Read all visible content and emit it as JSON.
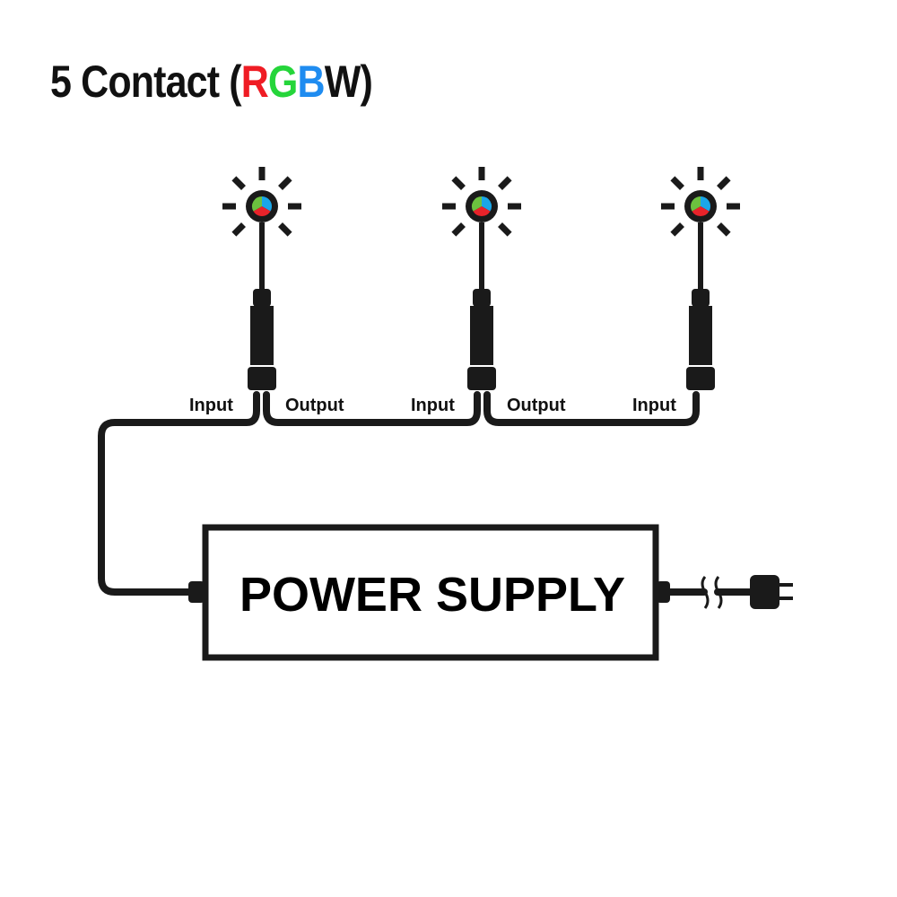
{
  "title": {
    "prefix": "5 Contact (",
    "letters": [
      {
        "char": "R",
        "color": "#ef1c24"
      },
      {
        "char": "G",
        "color": "#25d53a"
      },
      {
        "char": "B",
        "color": "#1f8cf0"
      },
      {
        "char": "W",
        "color": "#111111"
      }
    ],
    "suffix": ")"
  },
  "fixtures": [
    {
      "name": "light-fixture-1",
      "labels": {
        "input": "Input",
        "output": "Output"
      }
    },
    {
      "name": "light-fixture-2",
      "labels": {
        "input": "Input",
        "output": "Output"
      }
    },
    {
      "name": "light-fixture-3",
      "labels": {
        "input": "Input"
      }
    }
  ],
  "led_colors": {
    "top_left": "#6cc13f",
    "top_right": "#1aa6e8",
    "bottom": "#e8232a"
  },
  "power_supply": {
    "label": "POWER SUPPLY"
  },
  "plug_icon": "ac-plug-icon"
}
